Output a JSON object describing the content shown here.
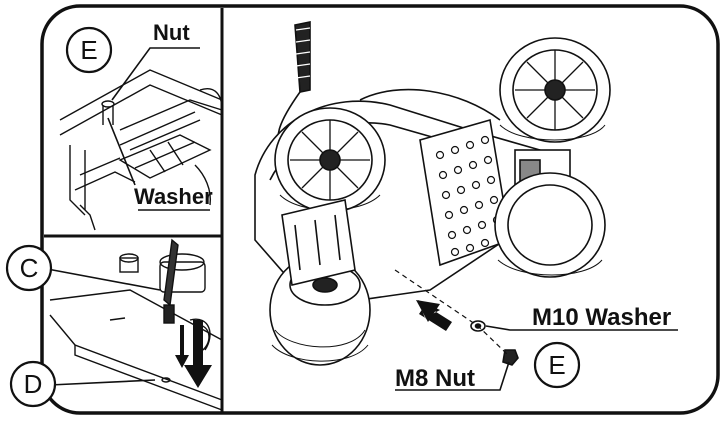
{
  "labels": {
    "nut": "Nut",
    "washer": "Washer",
    "m10_washer": "M10 Washer",
    "m8_nut": "M8 Nut"
  },
  "callouts": {
    "e_top": "E",
    "c": "C",
    "d": "D",
    "e_main": "E"
  },
  "colors": {
    "line": "#111111",
    "background": "#ffffff"
  }
}
